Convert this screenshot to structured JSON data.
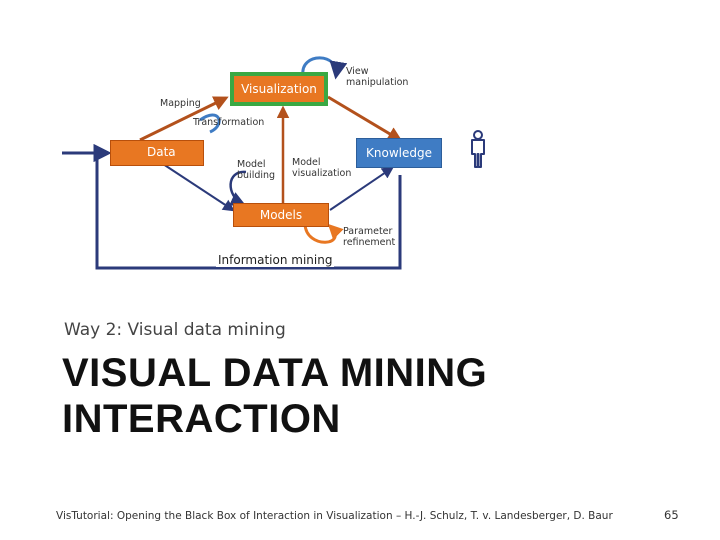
{
  "diagram": {
    "nodes": {
      "visualization": "Visualization",
      "data": "Data",
      "knowledge": "Knowledge",
      "models": "Models"
    },
    "labels": {
      "view_manipulation_1": "View",
      "view_manipulation_2": "manipulation",
      "mapping": "Mapping",
      "transformation": "Transformation",
      "model_building_1": "Model",
      "model_building_2": "building",
      "model_visualization_1": "Model",
      "model_visualization_2": "visualization",
      "parameter_refinement_1": "Parameter",
      "parameter_refinement_2": "refinement",
      "information_mining": "Information mining"
    },
    "colors": {
      "orange": "#e87722",
      "orange_dark": "#b84f0b",
      "blue": "#3f7cc4",
      "navy": "#2b3a7a",
      "brown": "#b3511c",
      "green": "#3aa843"
    },
    "icons": {
      "person": "user-icon"
    }
  },
  "slide": {
    "subtitle": "Way 2: Visual data mining",
    "title_line1": "VISUAL DATA MINING",
    "title_line2": "INTERACTION",
    "footer": "VisTutorial: Opening the Black Box of Interaction in Visualization – H.-J. Schulz, T. v. Landesberger, D. Baur",
    "page_number": "65"
  }
}
